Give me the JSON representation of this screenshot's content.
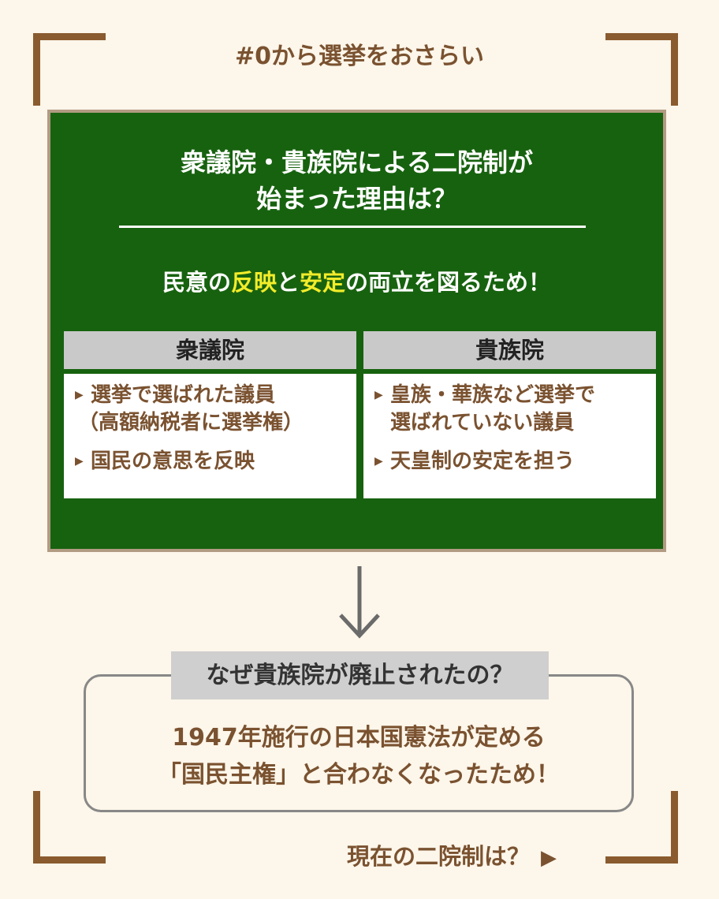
{
  "hashtag": "#0から選挙をおさらい",
  "board": {
    "title_line1": "衆議院・貴族院による二院制が",
    "title_line2": "始まった理由は？",
    "answer": {
      "part1": "民意の",
      "highlight1": "反映",
      "part2": "と",
      "highlight2": "安定",
      "part3": "の両立を図るため！"
    },
    "columns": [
      {
        "heading": "衆議院",
        "items": [
          {
            "line1": "選挙で選ばれた議員",
            "line2": "（高額納税者に選挙権）"
          },
          {
            "line1": "国民の意思を反映",
            "line2": ""
          }
        ]
      },
      {
        "heading": "貴族院",
        "items": [
          {
            "line1": "皇族・華族など選挙で",
            "line2": "選ばれていない議員"
          },
          {
            "line1": "天皇制の安定を担う",
            "line2": ""
          }
        ]
      }
    ]
  },
  "question": "なぜ貴族院が廃止されたの？",
  "answer_line1": "1947年施行の日本国憲法が定める",
  "answer_line2": "「国民主権」と合わなくなったため！",
  "next_label": "現在の二院制は？",
  "colors": {
    "board_green": "#17620f",
    "highlight_yellow": "#f2ec2a",
    "brown": "#7a5230",
    "corner_brown": "#8a5b2f"
  }
}
